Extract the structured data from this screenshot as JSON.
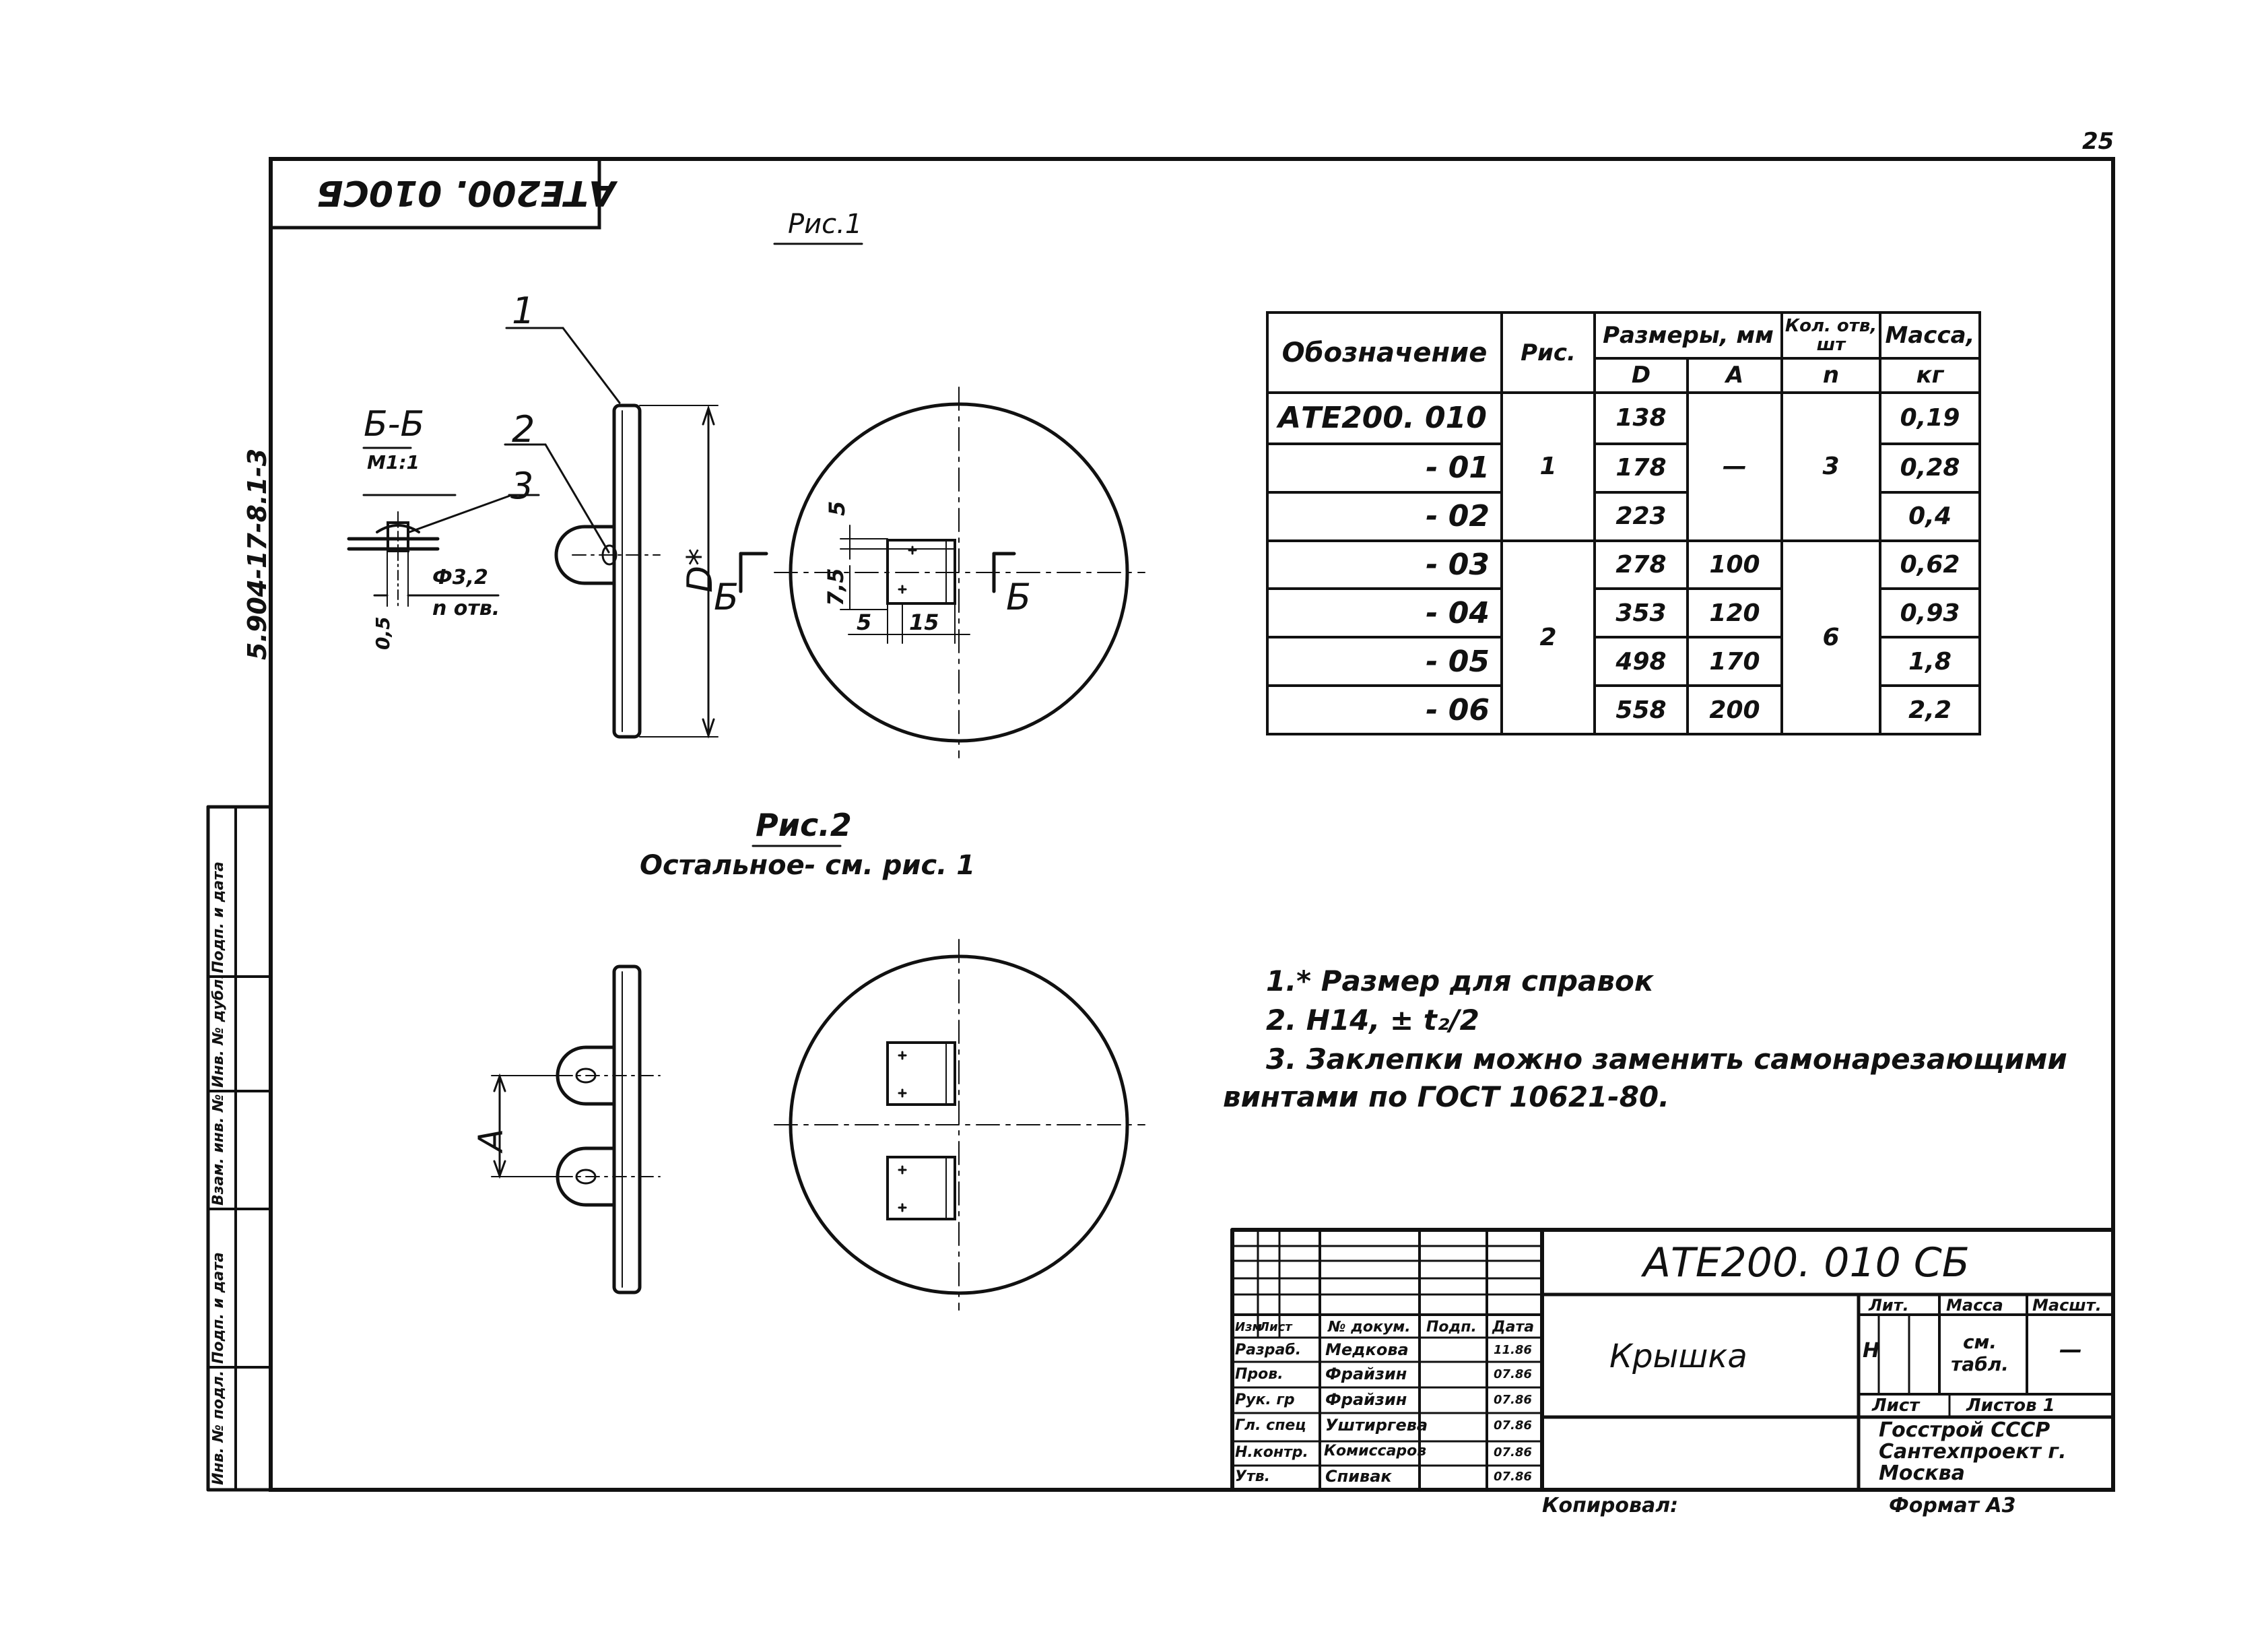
{
  "page_number": "25",
  "corner_designation": "АТЕ200. 010СБ",
  "side_code": "5.904-17-8.1-3",
  "fig1_label": "Рис.1",
  "fig2_label": "Рис.2",
  "fig2_note": "Остальное- см. рис. 1",
  "section": {
    "title": "Б-Б",
    "scale": "М1:1",
    "hole": "Ф3,2",
    "holes": "n отв.",
    "dim_05": "0,5"
  },
  "callouts": [
    "1",
    "2",
    "3"
  ],
  "dims": {
    "diameter": "D*",
    "d5_top": "5",
    "d75": "7,5",
    "d5_bottom": "5",
    "d15": "15",
    "cut": "Б",
    "a": "А"
  },
  "spec_table": {
    "headers": {
      "designation": "Обозначение",
      "fig": "Рис.",
      "sizes": "Размеры, мм",
      "d": "D",
      "a": "А",
      "holes": "Кол. отв, шт",
      "n": "n",
      "mass": "Масса,",
      "kg": "кг"
    },
    "rows": [
      {
        "des": "АТЕ200. 010",
        "d": "138",
        "m": "0,19"
      },
      {
        "des": "- 01",
        "d": "178",
        "m": "0,28"
      },
      {
        "des": "- 02",
        "d": "223",
        "m": "0,4"
      },
      {
        "des": "- 03",
        "d": "278",
        "a": "100",
        "m": "0,62"
      },
      {
        "des": "- 04",
        "d": "353",
        "a": "120",
        "m": "0,93"
      },
      {
        "des": "- 05",
        "d": "498",
        "a": "170",
        "m": "1,8"
      },
      {
        "des": "- 06",
        "d": "558",
        "a": "200",
        "m": "2,2"
      }
    ],
    "group1": {
      "fig": "1",
      "a": "—",
      "n": "3"
    },
    "group2": {
      "fig": "2",
      "n": "6"
    }
  },
  "notes": [
    "1.* Размер для справок",
    "2.  Н14, ± t₂/2",
    "3.  Заклепки можно заменить самонарезающими",
    "винтами по ГОСТ 10621-80."
  ],
  "title_block": {
    "designation": "АТЕ200. 010 СБ",
    "name": "Крышка",
    "lit": "Лит.",
    "mass": "Масса",
    "scale": "Масшт.",
    "lit_value": "Н",
    "mass_value": "см. табл.",
    "scale_value": "—",
    "sheet": "Лист",
    "sheets": "Листов 1",
    "org": "Госстрой СССР Сантехпроект г. Москва",
    "copied": "Копировал:",
    "format": "Формат А3",
    "col_headers": [
      "Изм",
      "Лист",
      "№ докум.",
      "Подп.",
      "Дата"
    ],
    "people": [
      {
        "role": "Разраб.",
        "name": "Медкова",
        "date": "11.86"
      },
      {
        "role": "Пров.",
        "name": "Фрайзин",
        "date": "07.86"
      },
      {
        "role": "Рук. гр",
        "name": "Фрайзин",
        "date": "07.86"
      },
      {
        "role": "Гл. спец",
        "name": "Уштиргева",
        "date": "07.86"
      },
      {
        "role": "Н.контр.",
        "name": "Комиссаров",
        "date": "07.86"
      },
      {
        "role": "Утв.",
        "name": "Спивак",
        "date": "07.86"
      }
    ]
  },
  "side_stamp": [
    "Инв. № подл.",
    "Подп. и дата",
    "Взам. инв. №",
    "Инв. № дубл.",
    "Подп. и дата"
  ]
}
